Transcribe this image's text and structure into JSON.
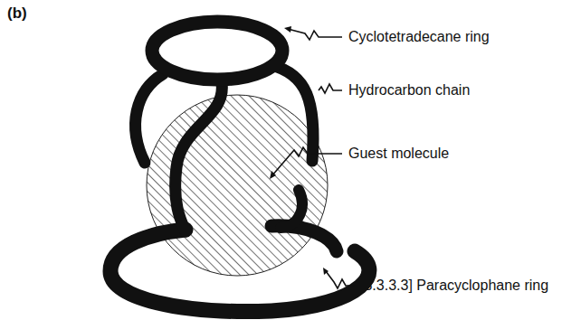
{
  "diagram": {
    "labels": [
      "(b)",
      "Cyclotetradecane ring",
      "Hydrocarbon chain",
      "Guest molecule",
      "[3.3.3.3] Paracyclophane ring"
    ]
  }
}
